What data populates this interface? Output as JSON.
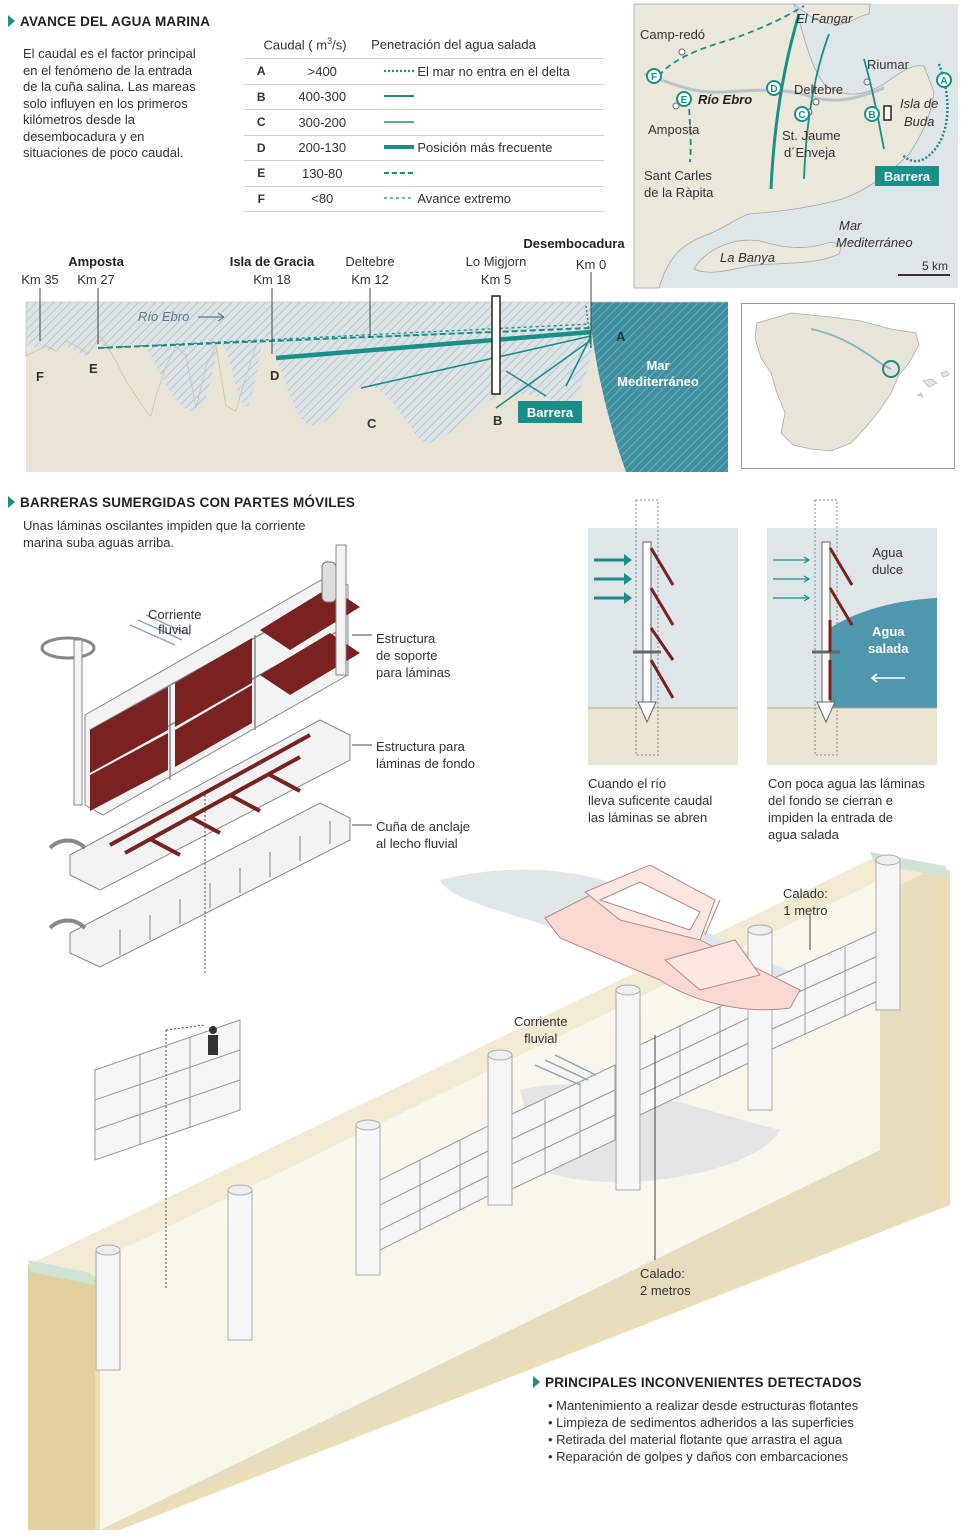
{
  "section1": {
    "title": "AVANCE DEL AGUA MARINA",
    "intro": [
      "El caudal es el factor principal",
      "en el fenómeno de la entrada",
      "de la cuña salina. Las mareas",
      "solo influyen en los primeros",
      "kilómetros desde la",
      "desembocadura y en",
      "situaciones de poco caudal."
    ]
  },
  "table": {
    "col_caudal_prefix": "Caudal ( m",
    "col_caudal_sup": "3",
    "col_caudal_suffix": "/s)",
    "col_penetracion": "Penetración del agua salada",
    "rows": [
      {
        "letter": "A",
        "caudal": ">400",
        "line": "dotted",
        "text": "El mar no entra en el delta"
      },
      {
        "letter": "B",
        "caudal": "400-300",
        "line": "thin",
        "text": ""
      },
      {
        "letter": "C",
        "caudal": "300-200",
        "line": "thin",
        "text": ""
      },
      {
        "letter": "D",
        "caudal": "200-130",
        "line": "thick",
        "text": "Posición más frecuente"
      },
      {
        "letter": "E",
        "caudal": "130-80",
        "line": "dashed",
        "text": ""
      },
      {
        "letter": "F",
        "caudal": "<80",
        "line": "fine-dash",
        "text": "Avance extremo"
      }
    ]
  },
  "map": {
    "places": [
      "Camp-redó",
      "El Fangar",
      "Riumar",
      "Río Ebro",
      "Deltebre",
      "Isla de",
      "Buda",
      "Amposta",
      "St. Jaume",
      "d´Enveja",
      "Sant Carles",
      "de la Ràpita",
      "Mar",
      "Mediterráneo",
      "La Banya"
    ],
    "barrera_label": "Barrera",
    "scale": "5 km",
    "markers": [
      "F",
      "E",
      "D",
      "C",
      "B",
      "A"
    ]
  },
  "profile": {
    "places": [
      {
        "name": "Amposta",
        "km": "Km 27",
        "bold": true
      },
      {
        "name": "Isla de Gracia",
        "km": "Km 18",
        "bold": true
      },
      {
        "name": "Deltebre",
        "km": "Km 12",
        "bold": false
      },
      {
        "name": "Lo Migjorn",
        "km": "Km 5",
        "bold": false
      },
      {
        "name": "Desembocadura",
        "km": "Km 0",
        "bold": true
      }
    ],
    "km35": "Km 35",
    "rio": "Río Ebro",
    "mar1": "Mar",
    "mar2": "Mediterráneo",
    "barrera": "Barrera",
    "letters": [
      "A",
      "B",
      "C",
      "D",
      "E",
      "F"
    ]
  },
  "section2": {
    "title": "BARRERAS SUMERGIDAS CON PARTES MÓVILES",
    "intro": [
      "Unas láminas oscilantes impiden que la corriente",
      "marina suba aguas arriba."
    ],
    "corriente": [
      "Corriente",
      "fluvial"
    ],
    "labels": [
      [
        "Estructura",
        "de soporte",
        "para láminas"
      ],
      [
        "Estructura para",
        "láminas de fondo"
      ],
      [
        "Cuña de anclaje",
        "al lecho fluvial"
      ]
    ],
    "open_caption": [
      "Cuando el río",
      "lleva suficente caudal",
      "las láminas se abren"
    ],
    "closed_caption": [
      "Con poca agua las láminas",
      "del fondo se cierran e",
      "impiden la entrada de",
      "agua salada"
    ],
    "agua_dulce": [
      "Agua",
      "dulce"
    ],
    "agua_salada": [
      "Agua",
      "salada"
    ],
    "calado1": [
      "Calado:",
      "1 metro"
    ],
    "calado2": [
      "Calado:",
      "2 metros"
    ],
    "corriente2": [
      "Corriente",
      "fluvial"
    ]
  },
  "section3": {
    "title": "PRINCIPALES INCONVENIENTES DETECTADOS",
    "items": [
      "• Mantenimiento a realizar desde estructuras flotantes",
      "• Limpieza de sedimentos adheridos a las superficies",
      "• Retirada del material flotante que arrastra el agua",
      "• Reparación de golpes y daños con embarcaciones"
    ]
  },
  "colors": {
    "teal": "#1a8f8a",
    "laminas": "#7a2222",
    "sea": "#dfe6ea",
    "land": "#e8e4d8",
    "seabed": "#e9e4d6",
    "ground": "#e8d9b0"
  }
}
